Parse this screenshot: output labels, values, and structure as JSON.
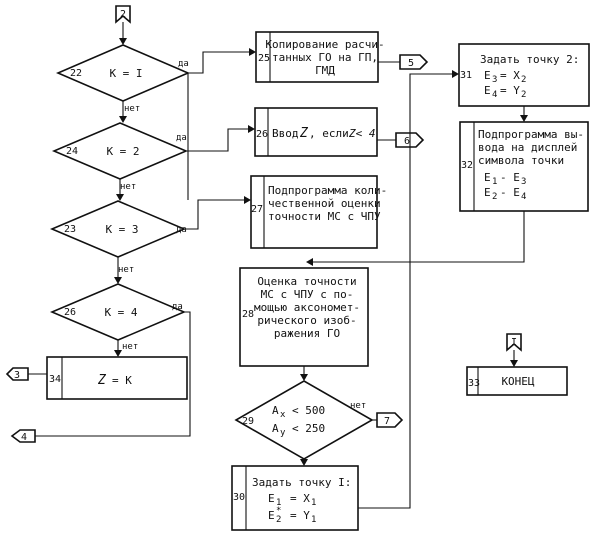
{
  "connectors": {
    "top_entry": "2",
    "right_entry": "I",
    "out_3": "3",
    "out_4": "4",
    "out_5": "5",
    "out_6": "6",
    "out_7": "7"
  },
  "labels": {
    "yes": "да",
    "no": "нет"
  },
  "blocks": {
    "b22": {
      "num": "22",
      "text": "K = I"
    },
    "b24": {
      "num": "24",
      "text": "K = 2"
    },
    "b23": {
      "num": "23",
      "text": "K = 3"
    },
    "b26d": {
      "num": "26",
      "text": "K = 4"
    },
    "b34": {
      "num": "34",
      "lhs": "Z",
      "rhs": "= K"
    },
    "b25": {
      "num": "25",
      "lines": [
        "Копирование расчи-",
        "танных ГО на ГП,",
        "ГМД"
      ]
    },
    "b26": {
      "num": "26",
      "text_a": "Ввод",
      "var": "Z",
      "text_b": ", если",
      "cond": "Z< 4"
    },
    "b27": {
      "num": "27",
      "lines": [
        "Подпрограмма коли-",
        "чественной оценки",
        "точности МС с ЧПУ"
      ]
    },
    "b28": {
      "num": "28",
      "lines": [
        "Оценка точности",
        "МС с ЧПУ с по-",
        "мощью аксономет-",
        "рического изоб-",
        "ражения ГО"
      ]
    },
    "b29": {
      "num": "29",
      "line1": "A",
      "sub1": "x",
      "rel1": "< 500",
      "line2": "A",
      "sub2": "y",
      "rel2": "< 250"
    },
    "b30": {
      "num": "30",
      "title": "Задать точку I:",
      "l1_lhs": "E",
      "l1_sub": "1",
      "l1_rhs": "= X",
      "l1_rsub": "1",
      "l2_lhs": "E",
      "l2_sub": "2",
      "l2_sup": "*",
      "l2_rhs": "= Y",
      "l2_rsub": "1"
    },
    "b31": {
      "num": "31",
      "title": "Задать точку 2:",
      "l1_lhs": "E",
      "l1_sub": "3",
      "l1_rhs": "= X",
      "l1_rsub": "2",
      "l2_lhs": "E",
      "l2_sub": "4",
      "l2_rhs": "= Y",
      "l2_rsub": "2"
    },
    "b32": {
      "num": "32",
      "lines": [
        "Подпрограмма вы-",
        "вода на дисплей",
        "символа точки"
      ],
      "e1": "E",
      "e1s": "1",
      "e1r": "- E",
      "e1rs": "3",
      "e2": "E",
      "e2s": "2",
      "e2r": "- E",
      "e2rs": "4"
    },
    "b33": {
      "num": "33",
      "text": "КОНЕЦ"
    }
  }
}
